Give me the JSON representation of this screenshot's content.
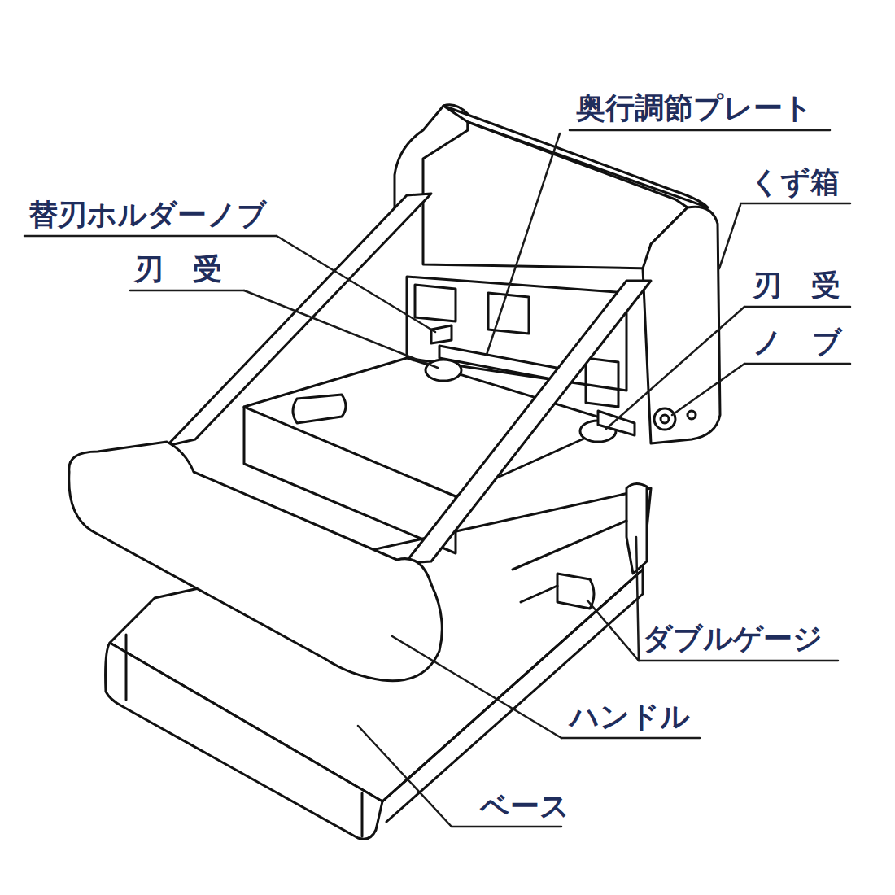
{
  "diagram": {
    "labels": [
      "奥行調節プレート",
      "くず箱",
      "替刃ホルダーノブ",
      "刃　受",
      "刃　受",
      "ノ　ブ",
      "ダブルゲージ",
      "ハンドル",
      "ベース"
    ]
  }
}
